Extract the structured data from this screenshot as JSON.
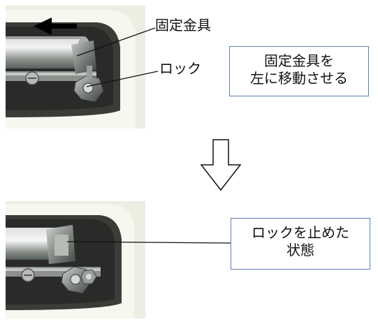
{
  "labels": {
    "bracket": "固定金具",
    "lock": "ロック"
  },
  "callouts": {
    "top": [
      "固定金具を",
      "左に移動させる"
    ],
    "bottom": [
      "ロックを止めた",
      "状態"
    ]
  },
  "icons": {
    "direction_arrow": "left-arrow-icon",
    "step_arrow": "down-arrow-icon"
  },
  "colors": {
    "callout_border": "#5a7fb8",
    "leader_line": "#111111"
  }
}
